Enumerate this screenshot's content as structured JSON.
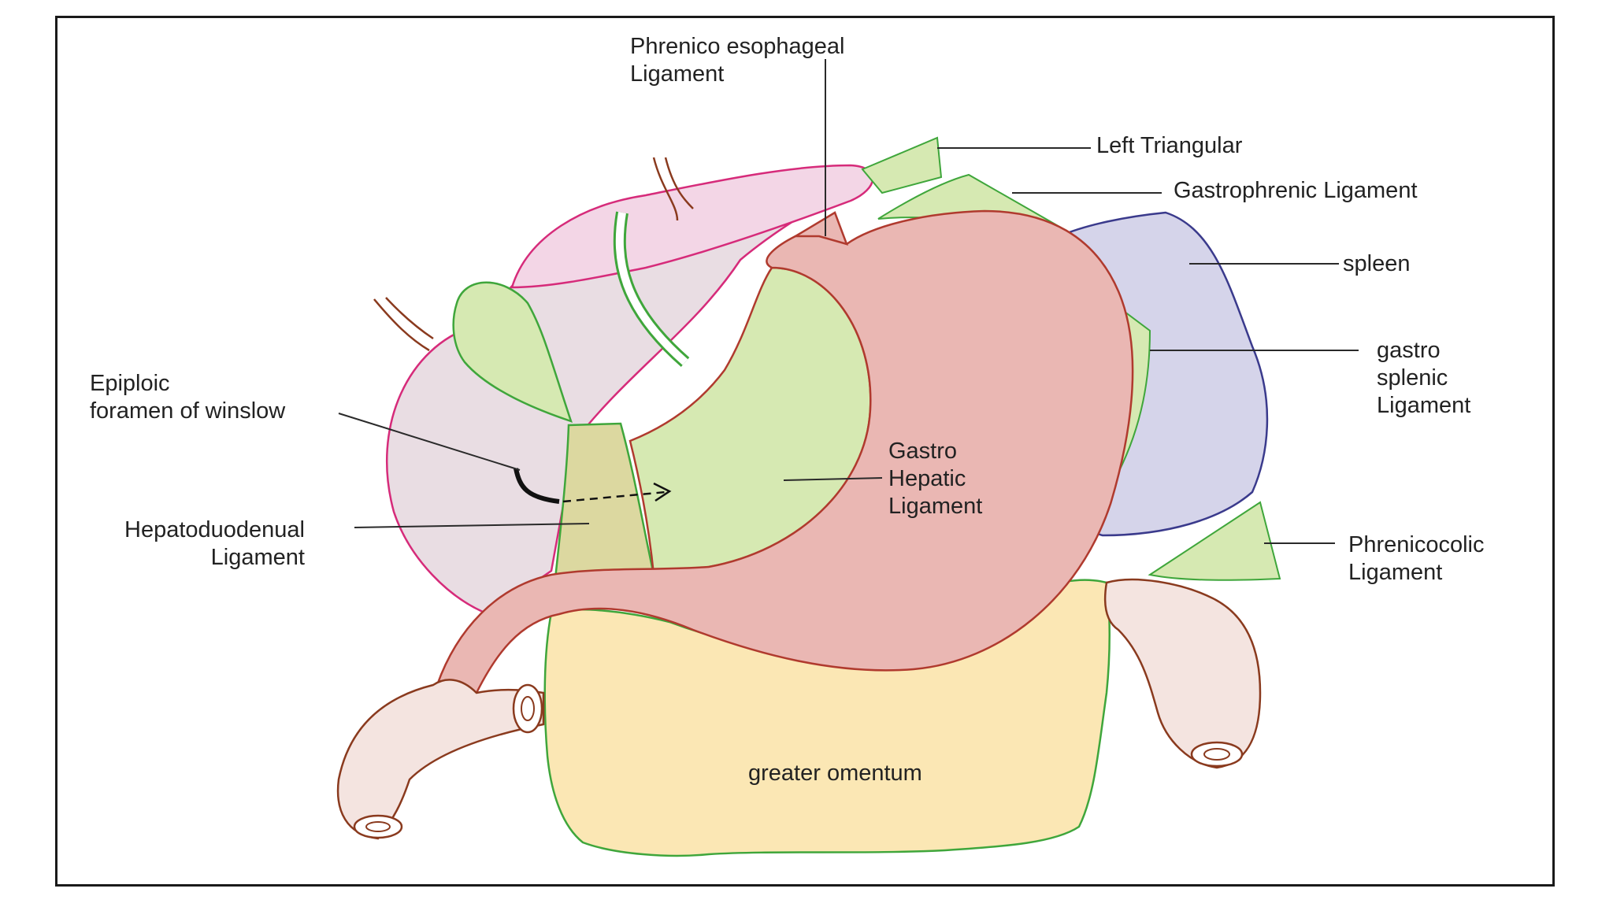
{
  "labels": {
    "phrenico_esophageal": {
      "line1": "Phrenico esophageal",
      "line2": "Ligament"
    },
    "left_triangular": "Left Triangular",
    "gastrophrenic": "Gastrophrenic Ligament",
    "spleen": "spleen",
    "gastrosplenic": {
      "line1": "gastro",
      "line2": "splenic",
      "line3": "Ligament"
    },
    "epiploic": {
      "line1": "Epiploic",
      "line2": "foramen of winslow"
    },
    "gastrohepatic": {
      "line1": "Gastro",
      "line2": "Hepatic",
      "line3": "Ligament"
    },
    "hepatoduodenal": {
      "line1": "Hepatoduodenual",
      "line2": "Ligament"
    },
    "phrenicocolic": {
      "line1": "Phrenicocolic",
      "line2": "Ligament"
    },
    "greater_omentum": "greater omentum"
  },
  "colors": {
    "liver_fill": "#e9dde3",
    "liver_outline": "#d62b7a",
    "liver_lobe_fill": "#f3d6e6",
    "ligament_green": "#d6e9b2",
    "ligament_outline": "#3fa63b",
    "stomach_fill": "#eab7b3",
    "stomach_outline": "#b03a2e",
    "spleen_fill": "#d5d4ea",
    "spleen_outline": "#3a3a8c",
    "omentum_fill": "#fbe7b4",
    "bowel_outline": "#8a3a1e",
    "leader": "#2a2a2a"
  }
}
